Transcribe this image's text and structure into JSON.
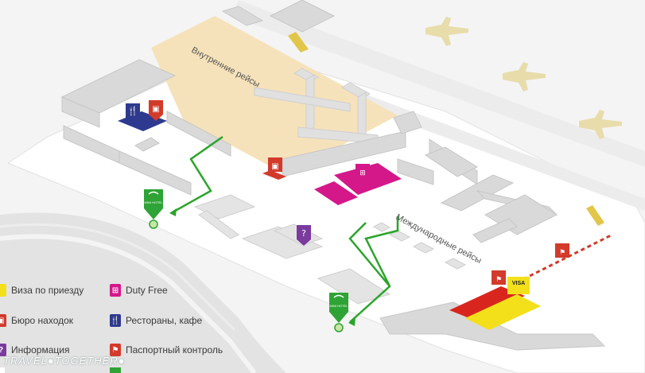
{
  "map": {
    "labels": {
      "domestic": "Внутренние рейсы",
      "international": "Международные рейсы"
    },
    "colors": {
      "domestic_zone": "#f6e2ba",
      "duty_free": "#d4188a",
      "visa_yellow": "#f3e01a",
      "visa_red": "#d8261e",
      "restaurant": "#2e3a8f",
      "passport": "#d23a2a",
      "info": "#7a3a9e",
      "route": "#2aa52a",
      "mini_hotel": "#2fa335",
      "building": "#d9d9d9",
      "airplane": "#e8dcab"
    },
    "sign_texts": {
      "visa": "VISA",
      "mini_hotel": "MINI HOTEL"
    }
  },
  "legend": {
    "items": [
      {
        "label": "Виза по приезду",
        "icon": "visa-on-arrival-icon",
        "color": "#f3e01a"
      },
      {
        "label": "Бюро находок",
        "icon": "lost-and-found-icon",
        "color": "#d23a2a"
      },
      {
        "label": "Информация",
        "icon": "information-icon",
        "color": "#7a3a9e"
      },
      {
        "label": "Duty Free",
        "icon": "duty-free-icon",
        "color": "#d4188a"
      },
      {
        "label": "Рестораны, кафе",
        "icon": "restaurant-icon",
        "color": "#2e3a8f"
      },
      {
        "label": "Паспортный контроль",
        "icon": "passport-control-icon",
        "color": "#d23a2a"
      }
    ]
  },
  "watermark": "TRAVEL●TOGETHER●"
}
